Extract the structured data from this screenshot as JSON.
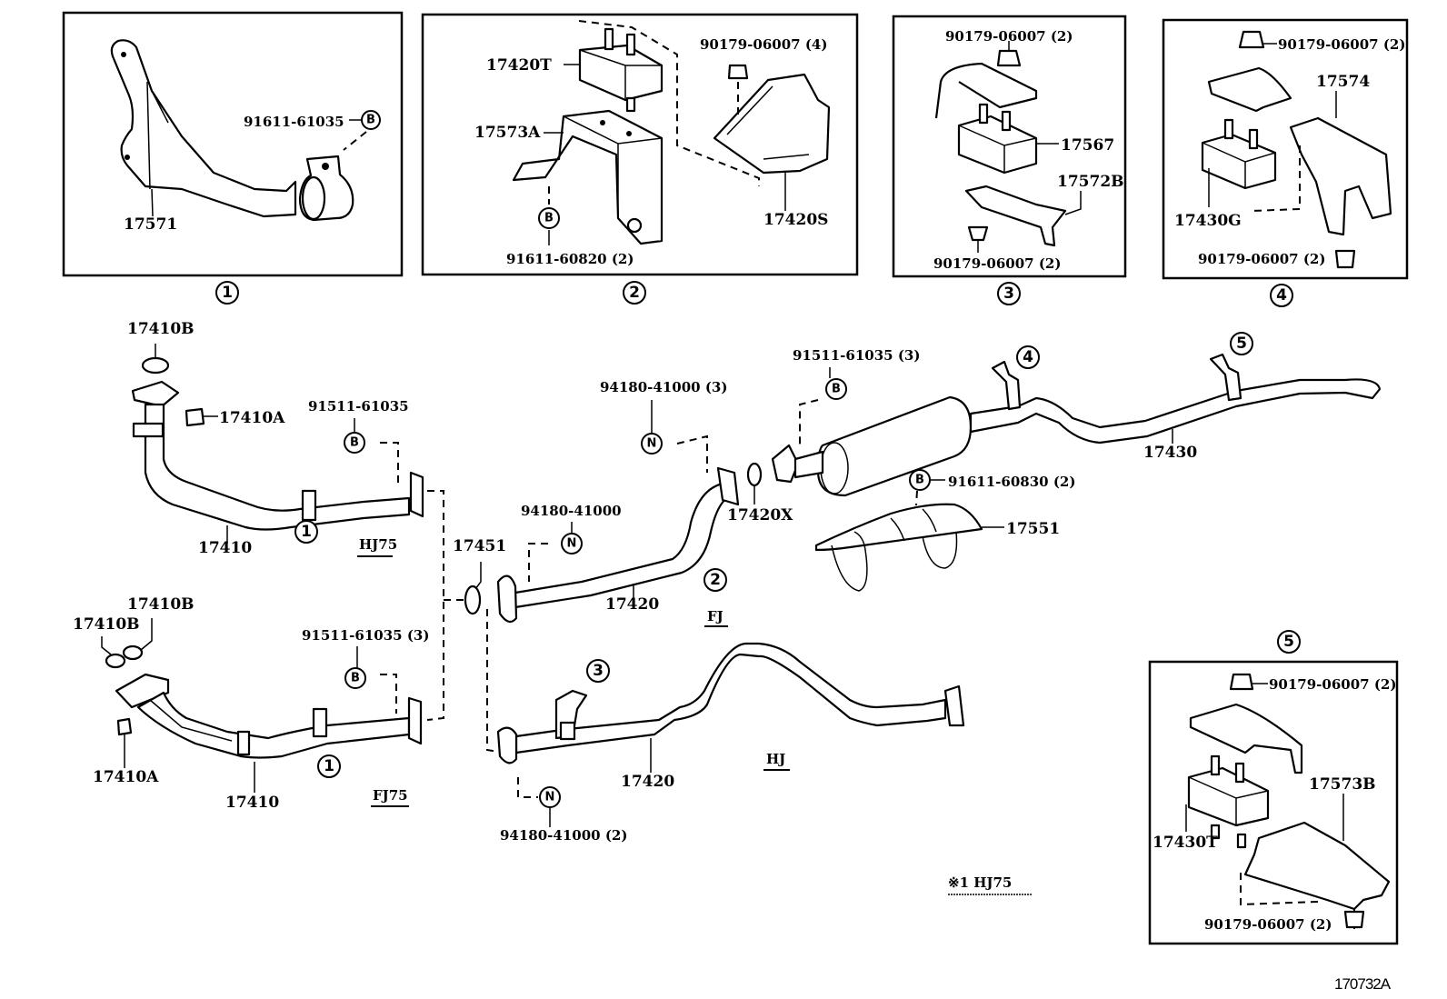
{
  "diagram": {
    "reference_code": "170732A",
    "note": "※1 HJ75",
    "insets": [
      {
        "id": "1",
        "marker": "1",
        "labels": {
          "bracket": "17571",
          "bolt": "91611-61035"
        },
        "bolt_symbol": "B"
      },
      {
        "id": "2",
        "marker": "2",
        "labels": {
          "insulator": "17420T",
          "bracket_a": "17573A",
          "bolt": "91611-60820 (2)",
          "nut": "90179-06007 (4)",
          "bracket_s": "17420S"
        },
        "bolt_symbol": "B"
      },
      {
        "id": "3",
        "marker": "3",
        "labels": {
          "nut_top": "90179-06007 (2)",
          "insulator": "17567",
          "bracket": "17572B",
          "nut_bottom": "90179-06007 (2)"
        }
      },
      {
        "id": "4",
        "marker": "4",
        "labels": {
          "nut_top": "90179-06007 (2)",
          "bracket": "17574",
          "insulator": "17430G",
          "nut_bottom": "90179-06007 (2)"
        }
      },
      {
        "id": "5",
        "marker": "5",
        "labels": {
          "nut_top": "90179-06007 (2)",
          "bracket": "17573B",
          "insulator": "17430T",
          "nut_bottom": "90179-06007 (2)"
        }
      }
    ],
    "main": {
      "hj75_front_pipe": {
        "gasket_top": "17410B",
        "nut": "17410A",
        "bolt": "91511-61035",
        "pipe": "17410",
        "ref_marker": "1",
        "variant": "HJ75",
        "bolt_symbol": "B"
      },
      "fj75_front_pipe": {
        "gasket_a": "17410B",
        "gasket_b": "17410B",
        "nut": "17410A",
        "bolt": "91511-61035 (3)",
        "pipe": "17410",
        "ref_marker": "1",
        "variant": "FJ75",
        "bolt_symbol": "B"
      },
      "center_gasket": "17451",
      "fj_center_pipe": {
        "nut_top": "94180-41000 (3)",
        "nut_front": "94180-41000",
        "pipe": "17420",
        "ref_marker": "2",
        "variant": "FJ",
        "nut_symbol": "N"
      },
      "hj_center_pipe": {
        "nut": "94180-41000 (2)",
        "pipe": "17420",
        "ref_marker": "3",
        "variant": "HJ",
        "nut_symbol": "N"
      },
      "gasket_x": "17420X",
      "tail_pipe": {
        "bolt": "91511-61035 (3)",
        "pipe": "17430",
        "ref_marker_a": "4",
        "ref_marker_b": "5",
        "bolt_symbol": "B"
      },
      "heat_insulator": {
        "bolt": "91611-60830 (2)",
        "part": "17551",
        "bolt_symbol": "B"
      }
    }
  }
}
